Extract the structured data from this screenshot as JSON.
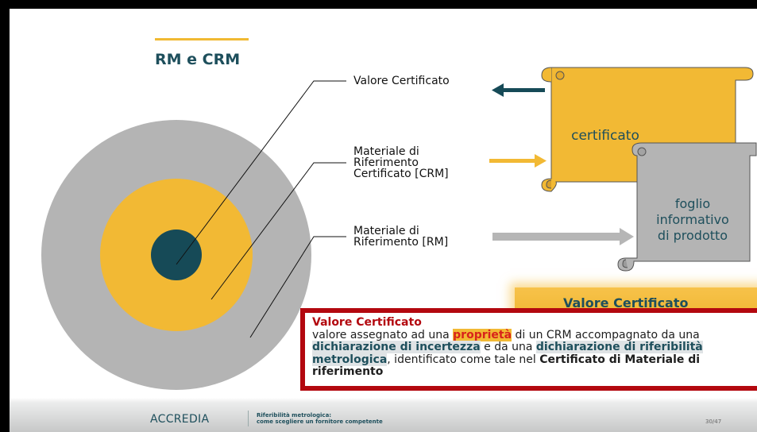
{
  "slide": {
    "title": "RM e CRM"
  },
  "labels": {
    "certified_value": "Valore Certificato",
    "crm": [
      "Materiale di",
      "Riferimento",
      "Certificato [CRM]"
    ],
    "rm": [
      "Materiale di",
      "Riferimento [RM]"
    ]
  },
  "scrolls": {
    "certificate": "certificato",
    "product_sheet": [
      "foglio",
      "informativo",
      "di prodotto"
    ]
  },
  "banner": "Valore Certificato",
  "definition": {
    "title": "Valore Certificato",
    "p1": "valore assegnato ad una ",
    "p2": "proprietà",
    "p3": " di un CRM accompagnato da una",
    "p4": "dichiarazione di incertezza",
    "p5": " e da una ",
    "p6": "dichiarazione di riferibilità",
    "p7": "metrologica",
    "p8": ", identificato come tale nel ",
    "p9": "Certificato di Materiale di",
    "p10": "riferimento"
  },
  "footer": {
    "logo": "ACCREDIA",
    "line1": "Riferibilità metrologica:",
    "line2": "come scegliere un fornitore competente",
    "page": "30/47"
  },
  "colors": {
    "teal": "#164a57",
    "yellow": "#f2b934",
    "gray": "#b4b4b4",
    "red": "#b3080f"
  }
}
